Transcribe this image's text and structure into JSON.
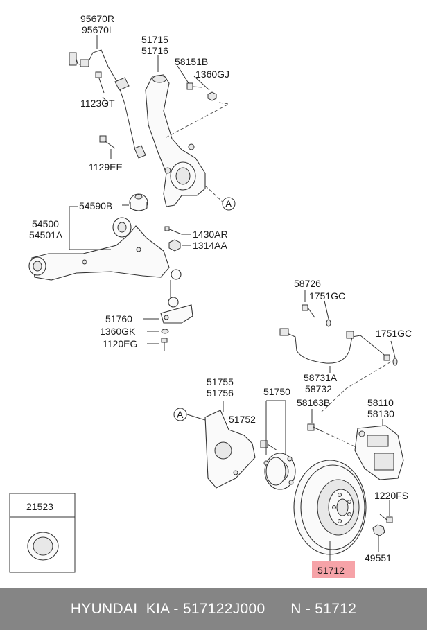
{
  "labels": {
    "p95670R": "95670R",
    "p95670L": "95670L",
    "p51715": "51715",
    "p51716": "51716",
    "p58151B": "58151B",
    "p1360GJ": "1360GJ",
    "p1123GT": "1123GT",
    "p1129EE": "1129EE",
    "p54590B": "54590B",
    "p54500": "54500",
    "p54501A": "54501A",
    "p1430AR": "1430AR",
    "p1314AA": "1314AA",
    "p51760": "51760",
    "p1360GK": "1360GK",
    "p1120EG": "1120EG",
    "p58726": "58726",
    "p1751GC_a": "1751GC",
    "p1751GC_b": "1751GC",
    "p58731A": "58731A",
    "p58732": "58732",
    "p51755": "51755",
    "p51756": "51756",
    "p51750": "51750",
    "p58163B": "58163B",
    "p58110": "58110",
    "p58130": "58130",
    "p51752": "51752",
    "p1220FS": "1220FS",
    "p49551": "49551",
    "p51712": "51712",
    "p21523": "21523",
    "refA1": "A",
    "refA2": "A"
  },
  "highlight_color": "#f6a3a8",
  "footer": {
    "text": "HYUNDAI  KIA - 517122J000      N - 51712"
  }
}
